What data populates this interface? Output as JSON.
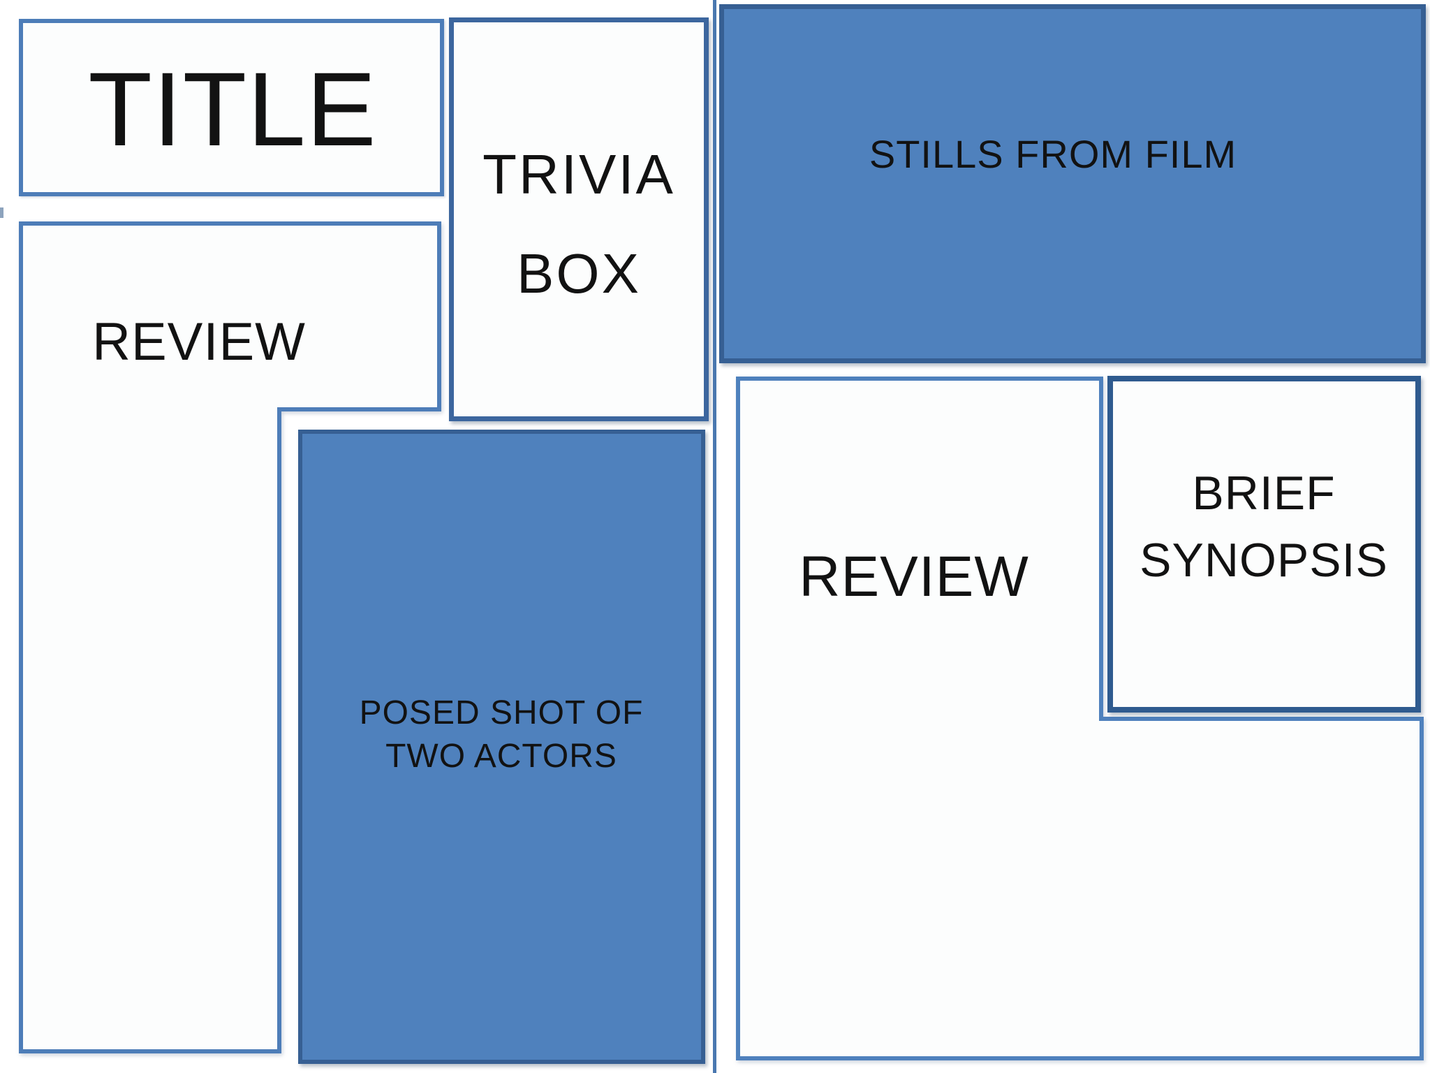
{
  "meta": {
    "description": "Magazine double-page spread layout wireframe",
    "pages": [
      "left",
      "right"
    ]
  },
  "colors": {
    "fill-blue": "#4f81bd",
    "border-light": "#4d7db8",
    "border-mid": "#3c669e",
    "border-dark": "#365f93",
    "border-darker": "#2f5b8f",
    "divider": "#4a78b0",
    "text": "#121212",
    "box-white": "#fcfdfd"
  },
  "left_page": {
    "title_box": {
      "label": "TITLE"
    },
    "review_box": {
      "label": "REVIEW"
    },
    "trivia_box": {
      "line1": "TRIVIA",
      "line2": "BOX"
    },
    "posed_shot_box": {
      "line1": "POSED SHOT OF",
      "line2": "TWO ACTORS"
    }
  },
  "right_page": {
    "stills_box": {
      "label": "STILLS FROM FILM"
    },
    "review_box": {
      "label": "REVIEW"
    },
    "synopsis_box": {
      "line1": "BRIEF",
      "line2": "SYNOPSIS"
    }
  }
}
